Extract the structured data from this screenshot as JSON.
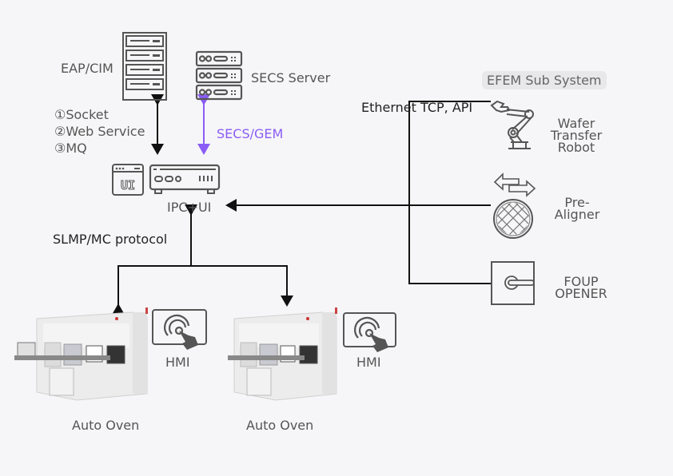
{
  "nodes": {
    "eap_cim": {
      "label": "EAP/CIM"
    },
    "secs_server": {
      "label": "SECS Server"
    },
    "ipc_ui": {
      "label": "IPC+UI",
      "ui_icon_text": "UI"
    },
    "efem": {
      "label": "EFEM Sub System"
    },
    "robot": {
      "label_lines": [
        "Wafer",
        "Transfer",
        "Robot"
      ]
    },
    "pre_aligner": {
      "label_lines": [
        "Pre-",
        "Aligner"
      ]
    },
    "foup": {
      "label_lines": [
        "FOUP",
        "OPENER"
      ]
    },
    "oven_1": {
      "label": "Auto Oven",
      "hmi": "HMI"
    },
    "oven_2": {
      "label": "Auto Oven",
      "hmi": "HMI"
    }
  },
  "links": {
    "eap_protocols": [
      "①Socket",
      "②Web Service",
      "③MQ"
    ],
    "secs_gem": "SECS/GEM",
    "ethernet": "Ethernet TCP, API",
    "slmp": "SLMP/MC  protocol"
  },
  "colors": {
    "line": "#111111",
    "icon": "#555555",
    "secs_accent": "#8b5cf6",
    "badge_bg": "#e8e8ea"
  }
}
